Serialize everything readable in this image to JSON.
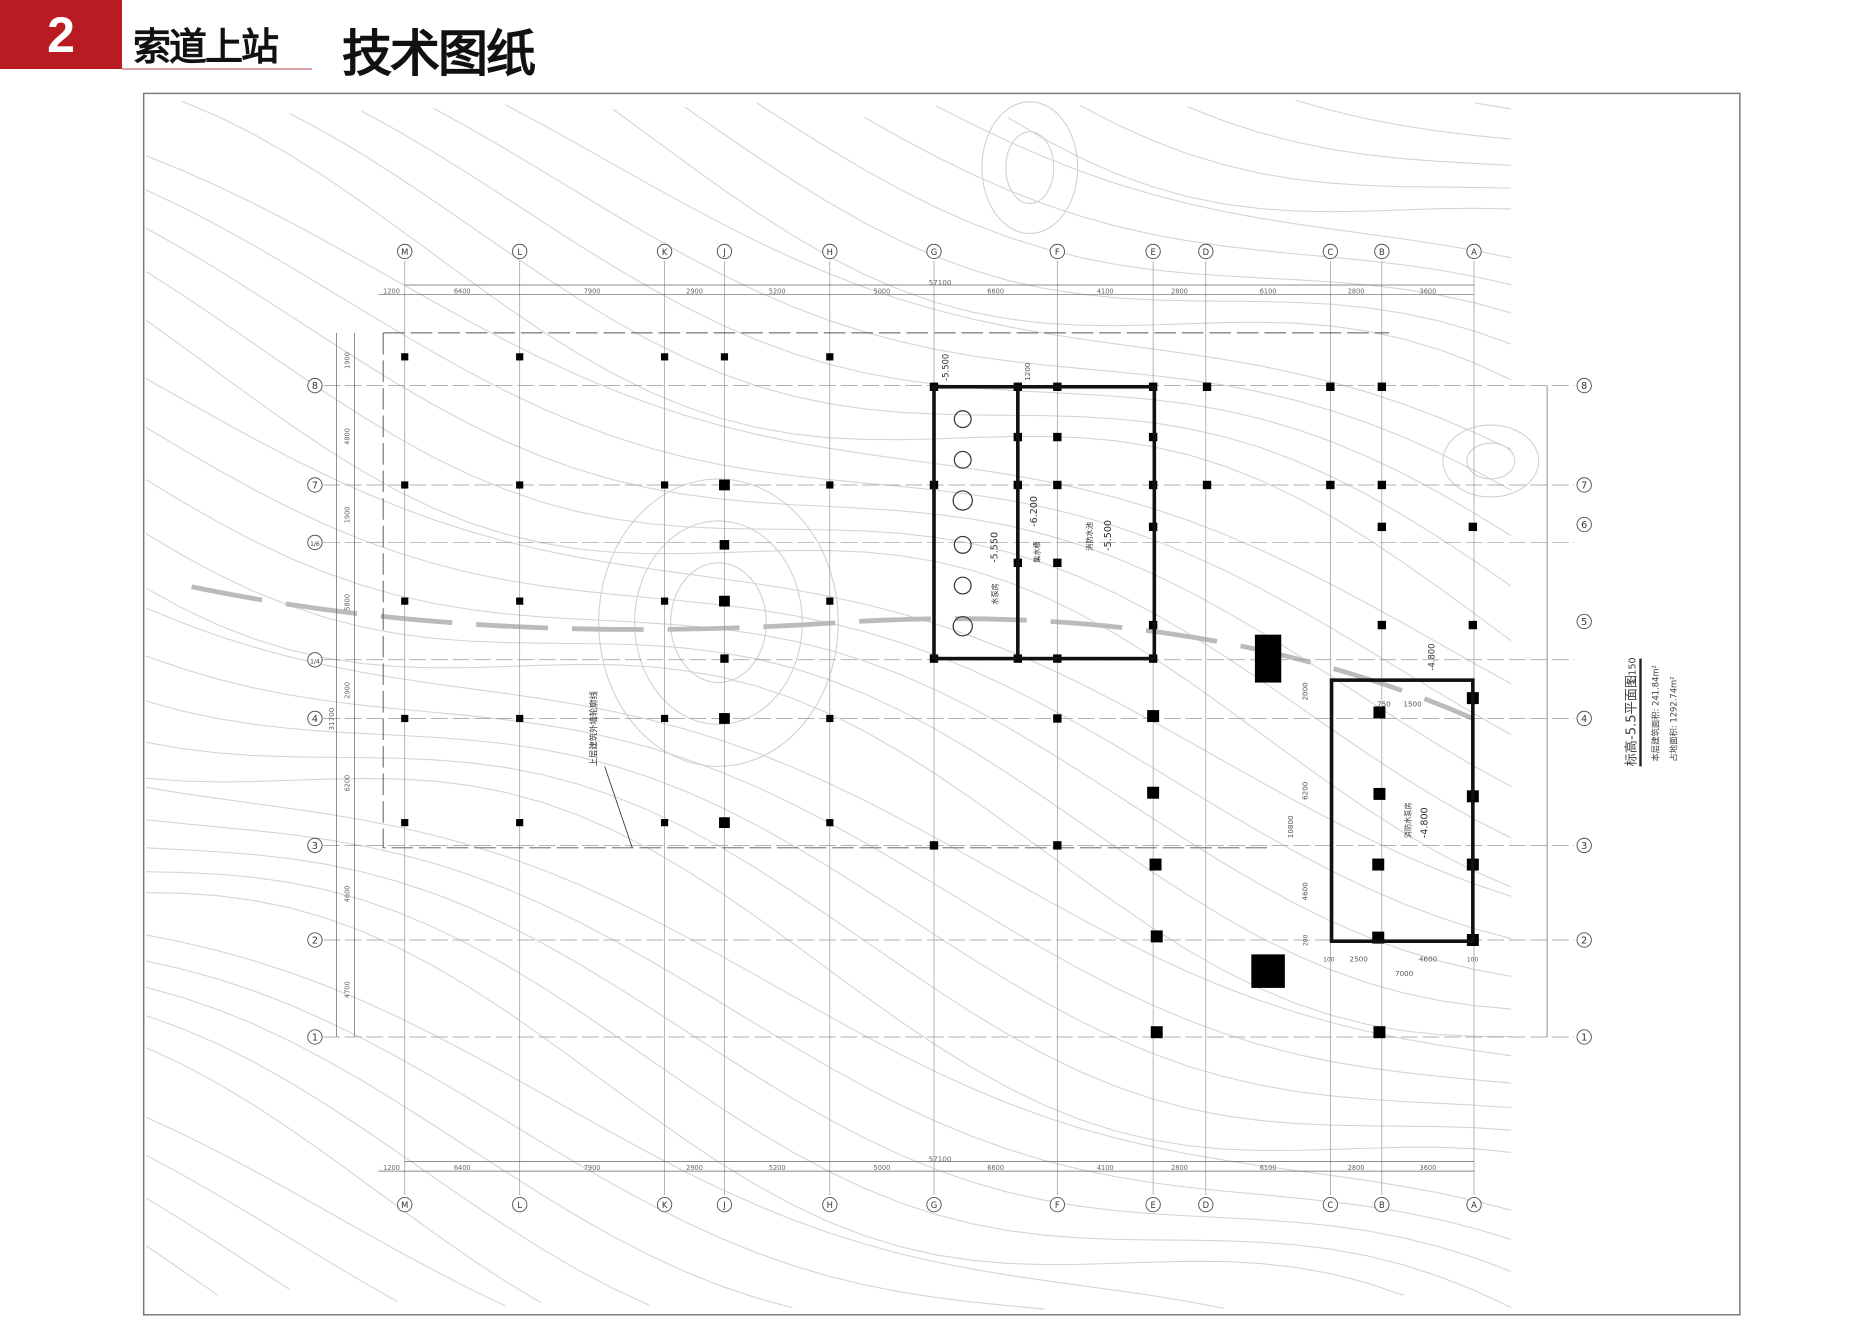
{
  "header": {
    "section_number": "2",
    "subtitle": "索道上站",
    "title": "技术图纸"
  },
  "drawing": {
    "column_axes": [
      "M",
      "L",
      "K",
      "J",
      "H",
      "G",
      "F",
      "E",
      "D",
      "C",
      "B",
      "A"
    ],
    "row_axes_left": [
      "8",
      "7",
      "1/6",
      "1/4",
      "4",
      "3",
      "2",
      "1"
    ],
    "row_axes_right": [
      "8",
      "7",
      "6",
      "5",
      "4",
      "3",
      "2",
      "1"
    ],
    "top_total_dimension": "57100",
    "top_dimensions": [
      "1200",
      "6400",
      "7900",
      "2900",
      "5200",
      "5000",
      "6600",
      "4100",
      "2800",
      "6100",
      "2800",
      "3600"
    ],
    "left_total_dimension": "31700",
    "left_dimensions": [
      "1900",
      "4800",
      "1900",
      "5800",
      "2900",
      "6200",
      "4600",
      "4700"
    ],
    "plan_title": "标高-5.5平面图",
    "scale": "1:150",
    "floor_area": "本层建筑面积: 241.84m²",
    "site_area": "占地面积: 1292.74m²",
    "rooms": [
      {
        "name": "水泵房",
        "elevation": "-5.550"
      },
      {
        "name": "集水槽",
        "elevation": "-6.200"
      },
      {
        "name": "消防水池",
        "elevation": "-5.500"
      },
      {
        "name": "消防水泵房",
        "elevation": "-4.800"
      }
    ],
    "entry_elevations": [
      "-5.500",
      "-4.800"
    ],
    "annex_dimensions": {
      "height_total": "10800",
      "sub": [
        "2000",
        "6200",
        "4600",
        "200"
      ],
      "width_total": "7000",
      "width_sub": [
        "100",
        "2500",
        "4600",
        "100"
      ],
      "door": [
        "750",
        "1500"
      ],
      "door_offset": "1200"
    },
    "leader_note": "上层建筑外墙轮廓线"
  }
}
